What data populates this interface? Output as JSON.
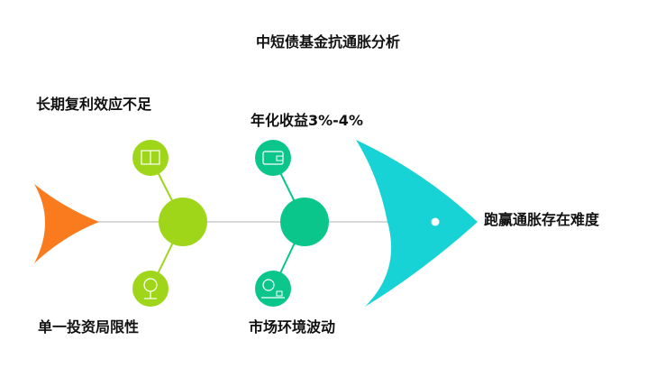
{
  "title": "中短债基金抗通胀分析",
  "effect": "跑赢通胀存在难度",
  "causes": [
    {
      "label": "长期复利效应不足",
      "icon": "book-icon"
    },
    {
      "label": "单一投资局限性",
      "icon": "tree-icon"
    },
    {
      "label": "年化收益3%-4%",
      "icon": "wallet-icon"
    },
    {
      "label": "市场环境波动",
      "icon": "landscape-icon"
    }
  ],
  "colors": {
    "tail": "#f97b1e",
    "node1": "#9fd61a",
    "node2": "#0bc68a",
    "head": "#18d3d6",
    "spine": "#cccccc"
  }
}
